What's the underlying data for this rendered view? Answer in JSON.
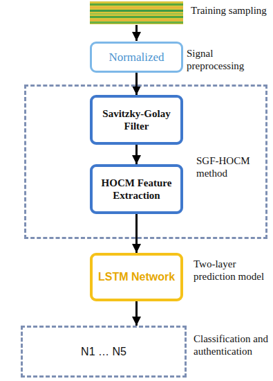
{
  "diagram": {
    "nodes": [
      {
        "text": [
          "Normalized"
        ]
      },
      {
        "text": [
          "SGF-HOCM method"
        ]
      },
      {
        "text": [
          "Savitzky-Golay Filter"
        ],
        "in": 1
      },
      {
        "text": [
          "HOCM Feature Extraction"
        ],
        "in": 1
      },
      {
        "text": [
          "LSTM Network"
        ]
      },
      {
        "text": [
          "N1 … N5"
        ]
      }
    ],
    "edges": [
      {
        "from": 0,
        "to": 2,
        "arrow": "to"
      },
      {
        "from": 2,
        "to": 3,
        "arrow": "to"
      },
      {
        "from": 3,
        "to": 4,
        "arrow": "to"
      },
      {
        "from": 4,
        "to": 5,
        "arrow": "to"
      }
    ],
    "labels": [
      "Training sampling",
      "Signal preprocessing",
      "Two-layer prediction model",
      "Classification and authentication"
    ]
  }
}
